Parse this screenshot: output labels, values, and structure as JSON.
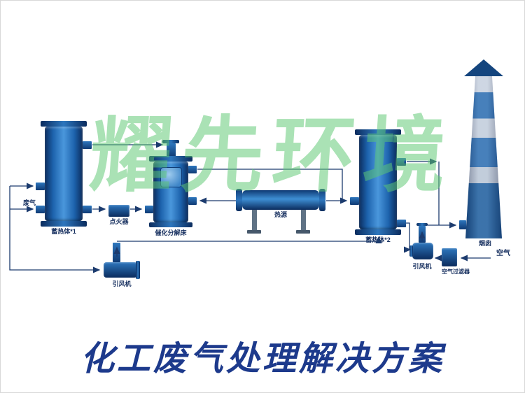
{
  "diagram": {
    "watermark": "耀先环境",
    "title": "化工废气处理解决方案",
    "labels": {
      "waste_gas": "废气",
      "regenerator_1": "蓄热体*1",
      "igniter": "点火器",
      "catalytic_bed": "催化分解床",
      "heat_source": "热源",
      "regenerator_2": "蓄热体*2",
      "fan_bottom": "引风机",
      "fan_right": "引风机",
      "air_filter": "空气过滤器",
      "air": "空气",
      "chimney": "烟囱"
    },
    "colors": {
      "equipment_blue_dark": "#0b2c5e",
      "equipment_blue": "#1d63ad",
      "equipment_blue_light": "#4a97dc",
      "chimney_band_light": "#c2cddc",
      "flow_line": "#1c3b6e",
      "watermark_green": "#5ec873",
      "title_blue": "#1d3a8c",
      "background": "#ffffff"
    }
  }
}
